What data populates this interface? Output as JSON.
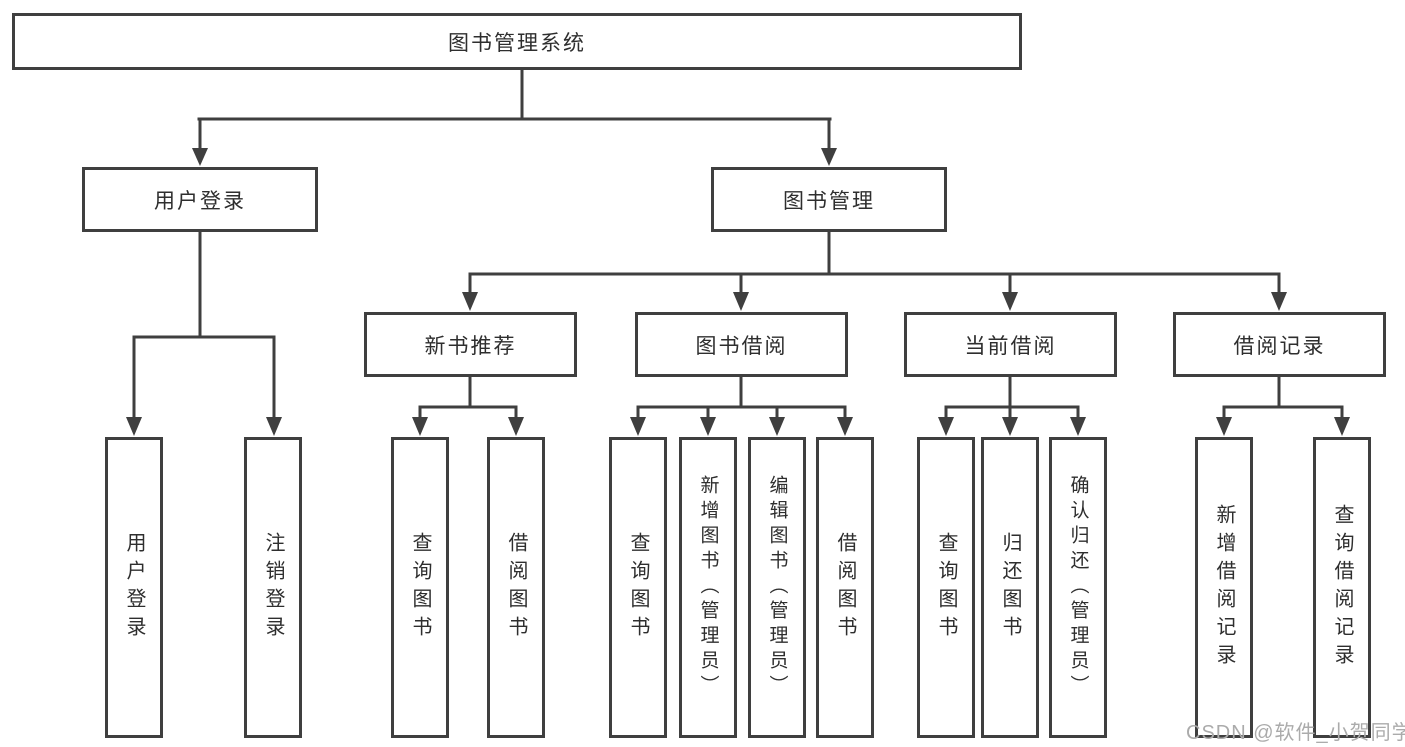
{
  "nodes": {
    "root": {
      "label": "图书管理系统"
    },
    "user_login": {
      "label": "用户登录"
    },
    "book_mgmt": {
      "label": "图书管理"
    },
    "user_login_leaf": {
      "label": "用户登录"
    },
    "logout_leaf": {
      "label": "注销登录"
    },
    "new_book_rec": {
      "label": "新书推荐"
    },
    "book_borrow": {
      "label": "图书借阅"
    },
    "current_borrow": {
      "label": "当前借阅"
    },
    "borrow_records": {
      "label": "借阅记录"
    },
    "rec_query_books": {
      "label": "查询图书"
    },
    "rec_borrow_books": {
      "label": "借阅图书"
    },
    "bb_query_books": {
      "label": "查询图书"
    },
    "bb_add_books": {
      "label": "新增图书（管理员）"
    },
    "bb_edit_books": {
      "label": "编辑图书（管理员）"
    },
    "bb_borrow_books": {
      "label": "借阅图书"
    },
    "cb_query_books": {
      "label": "查询图书"
    },
    "cb_return_books": {
      "label": "归还图书"
    },
    "cb_confirm_return": {
      "label": "确认归还（管理员）"
    },
    "br_add_record": {
      "label": "新增借阅记录"
    },
    "br_query_record": {
      "label": "查询借阅记录"
    }
  },
  "hierarchy": {
    "图书管理系统": {
      "用户登录": [
        "用户登录",
        "注销登录"
      ],
      "图书管理": {
        "新书推荐": [
          "查询图书",
          "借阅图书"
        ],
        "图书借阅": [
          "查询图书",
          "新增图书（管理员）",
          "编辑图书（管理员）",
          "借阅图书"
        ],
        "当前借阅": [
          "查询图书",
          "归还图书",
          "确认归还（管理员）"
        ],
        "借阅记录": [
          "新增借阅记录",
          "查询借阅记录"
        ]
      }
    }
  },
  "watermark": "CSDN @软件_小贺同学",
  "colors": {
    "line": "#3f3f3f",
    "text": "#2e2e2e",
    "watermark": "#ababab",
    "background": "#ffffff"
  }
}
